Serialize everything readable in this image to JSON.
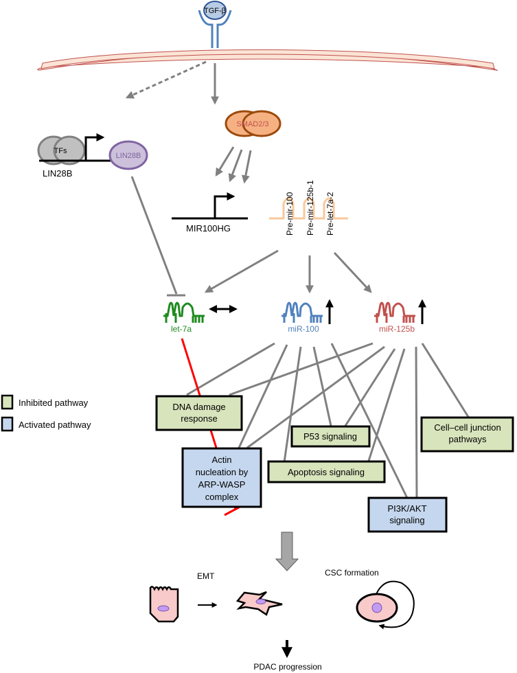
{
  "ligand": {
    "label": "TGF-β"
  },
  "nodes": {
    "smad": "SMAD2/3",
    "tfs": "TFs",
    "lin28b_gene": "LIN28B",
    "lin28b_protein": "LIN28B",
    "mir100hg": "MIR100HG",
    "pre_mirs": [
      "Pre-mir-100",
      "Pre-mir-125b-1",
      "Pre-let-7a-2"
    ],
    "let7a": "let-7a",
    "mir100": "miR-100",
    "mir125b": "miR-125b"
  },
  "legend": {
    "inhibited": "Inhibited pathway",
    "activated": "Activated pathway"
  },
  "pathways": {
    "dna_damage": [
      "DNA damage",
      "response"
    ],
    "actin": [
      "Actin",
      "nucleation by",
      "ARP-WASP",
      "complex"
    ],
    "p53": [
      "P53 signaling"
    ],
    "apoptosis": [
      "Apoptosis signaling"
    ],
    "cell_junction": [
      "Cell–cell junction",
      "pathways"
    ],
    "pi3k": [
      "PI3K/AKT",
      "signaling"
    ]
  },
  "outcomes": {
    "emt": "EMT",
    "csc": "CSC formation",
    "pdac": "PDAC progression"
  },
  "colors": {
    "inhibited_fill": "#d8e4bc",
    "activated_fill": "#c5d7ee",
    "let7a": "#1e8a1e",
    "mir100": "#4f81bd",
    "mir125b": "#c0504d",
    "smad_fill": "#f6b183",
    "smad_stroke": "#9c4a0c",
    "lin28b_fill": "#ccc0da",
    "lin28b_stroke": "#8064a2",
    "membrane_fill": "#fbe4d5",
    "membrane_stroke": "#c0504d",
    "receptor": "#4f81bd",
    "ligand_fill": "#b8cce4",
    "inhibition_red": "#ff0000",
    "edge_gray": "#808080",
    "pre_mir": "#f9c89b"
  }
}
